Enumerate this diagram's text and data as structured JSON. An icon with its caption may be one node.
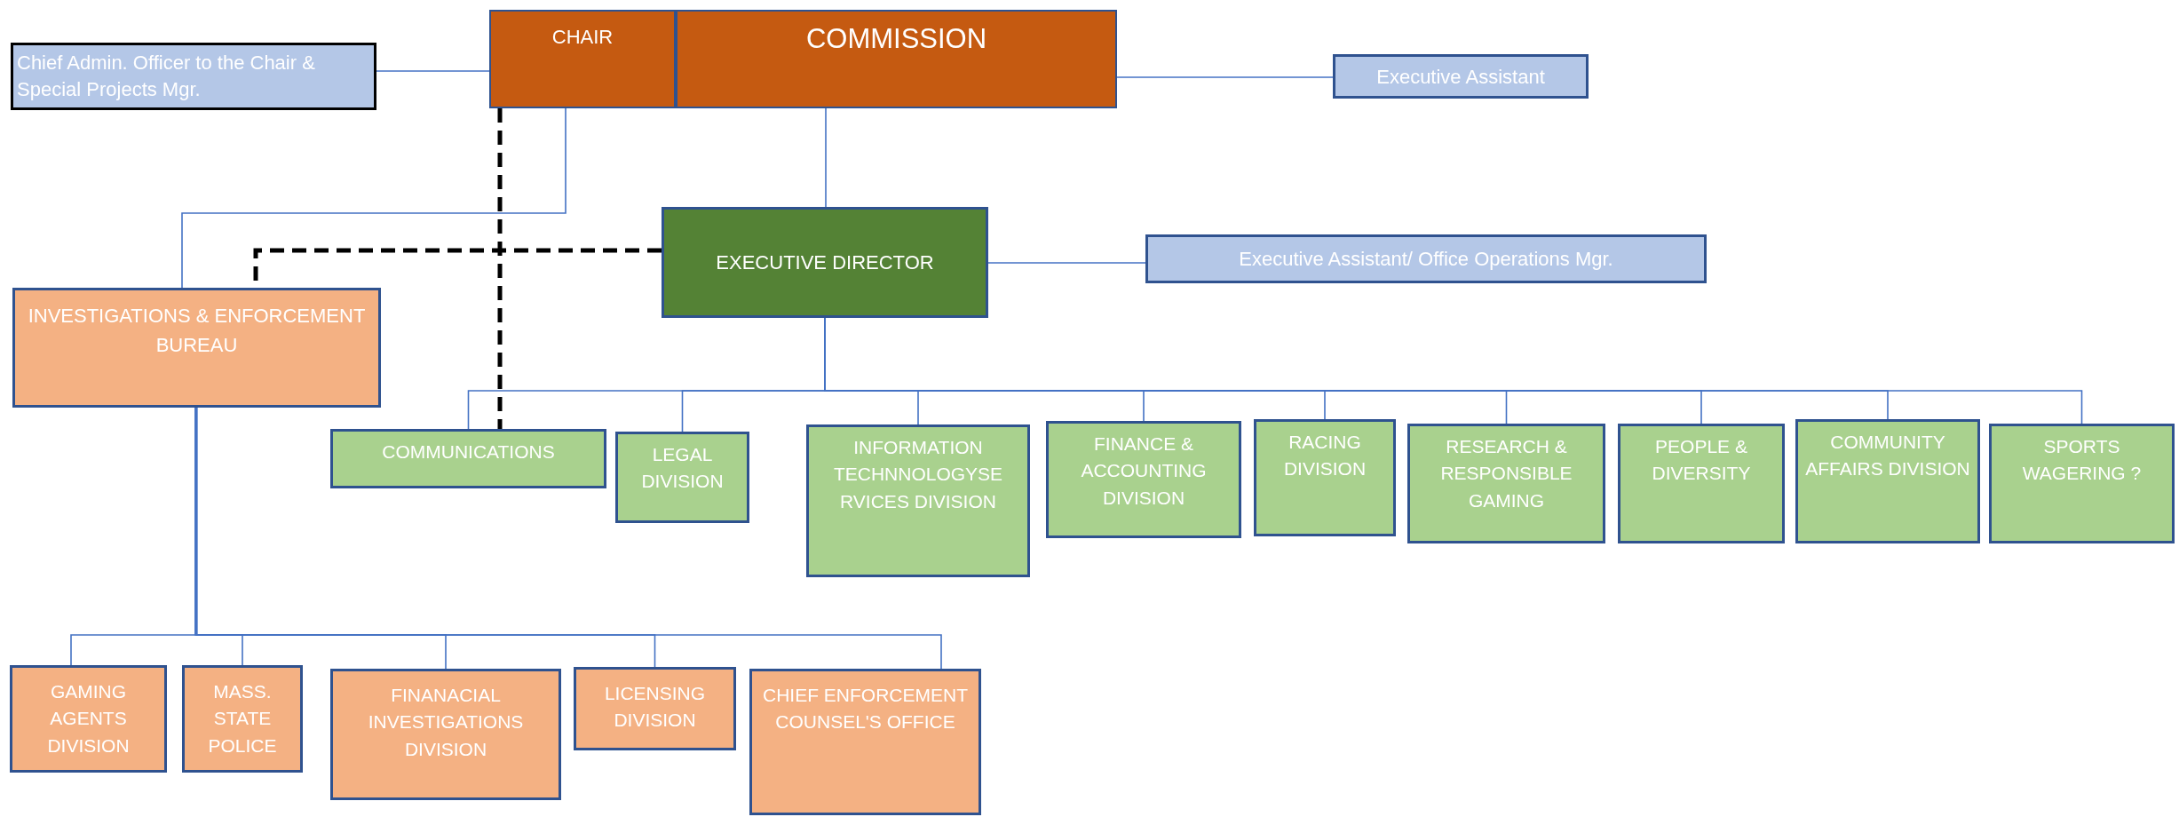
{
  "diagram": {
    "nodes": [
      {
        "text": [
          "Chief Admin. Officer to the Chair & Special Projects Mgr."
        ]
      },
      {
        "text": [
          "CHAIR"
        ]
      },
      {
        "text": [
          "COMMISSION"
        ]
      },
      {
        "text": [
          "Executive Assistant"
        ]
      },
      {
        "text": [
          "EXECUTIVE DIRECTOR"
        ]
      },
      {
        "text": [
          "Executive Assistant/ Office Operations Mgr."
        ]
      },
      {
        "text": [
          "INVESTIGATIONS & ENFORCEMENT BUREAU"
        ]
      },
      {
        "text": [
          "COMMUNICATIONS"
        ]
      },
      {
        "text": [
          "LEGAL DIVISION"
        ]
      },
      {
        "text": [
          "INFORMATION TECHNNOLOGYSE RVICES DIVISION"
        ]
      },
      {
        "text": [
          "FINANCE & ACCOUNTING DIVISION"
        ]
      },
      {
        "text": [
          "RACING DIVISION"
        ]
      },
      {
        "text": [
          "RESEARCH & RESPONSIBLE GAMING"
        ]
      },
      {
        "text": [
          "PEOPLE & DIVERSITY"
        ]
      },
      {
        "text": [
          "COMMUNITY AFFAIRS DIVISION"
        ]
      },
      {
        "text": [
          "SPORTS WAGERING ?"
        ]
      },
      {
        "text": [
          "GAMING AGENTS DIVISION"
        ]
      },
      {
        "text": [
          "MASS. STATE POLICE"
        ]
      },
      {
        "text": [
          "FINANACIAL INVESTIGATIONS DIVISION"
        ]
      },
      {
        "text": [
          "LICENSING DIVISION"
        ]
      },
      {
        "text": [
          "CHIEF ENFORCEMENT COUNSEL'S OFFICE"
        ]
      }
    ],
    "edges": [
      {
        "from": 0,
        "to": 1,
        "arrow": "none"
      },
      {
        "from": 2,
        "to": 3,
        "arrow": "none"
      },
      {
        "from": 2,
        "to": 4,
        "arrow": "none"
      },
      {
        "from": 4,
        "to": 5,
        "arrow": "none"
      },
      {
        "from": 1,
        "to": 6,
        "arrow": "none"
      },
      {
        "from": 4,
        "to": 6,
        "arrow": "none",
        "style": "dashed",
        "color": "#000000"
      },
      {
        "from": 1,
        "to": 7,
        "arrow": "none",
        "style": "dashed",
        "color": "#000000"
      },
      {
        "from": 4,
        "to": 7,
        "arrow": "none"
      },
      {
        "from": 4,
        "to": 8,
        "arrow": "none"
      },
      {
        "from": 4,
        "to": 9,
        "arrow": "none"
      },
      {
        "from": 4,
        "to": 10,
        "arrow": "none"
      },
      {
        "from": 4,
        "to": 11,
        "arrow": "none"
      },
      {
        "from": 4,
        "to": 12,
        "arrow": "none"
      },
      {
        "from": 4,
        "to": 13,
        "arrow": "none"
      },
      {
        "from": 4,
        "to": 14,
        "arrow": "none"
      },
      {
        "from": 4,
        "to": 15,
        "arrow": "none"
      },
      {
        "from": 6,
        "to": 16,
        "arrow": "none"
      },
      {
        "from": 6,
        "to": 17,
        "arrow": "none"
      },
      {
        "from": 6,
        "to": 18,
        "arrow": "none"
      },
      {
        "from": 6,
        "to": 19,
        "arrow": "none"
      },
      {
        "from": 6,
        "to": 20,
        "arrow": "none"
      }
    ]
  }
}
